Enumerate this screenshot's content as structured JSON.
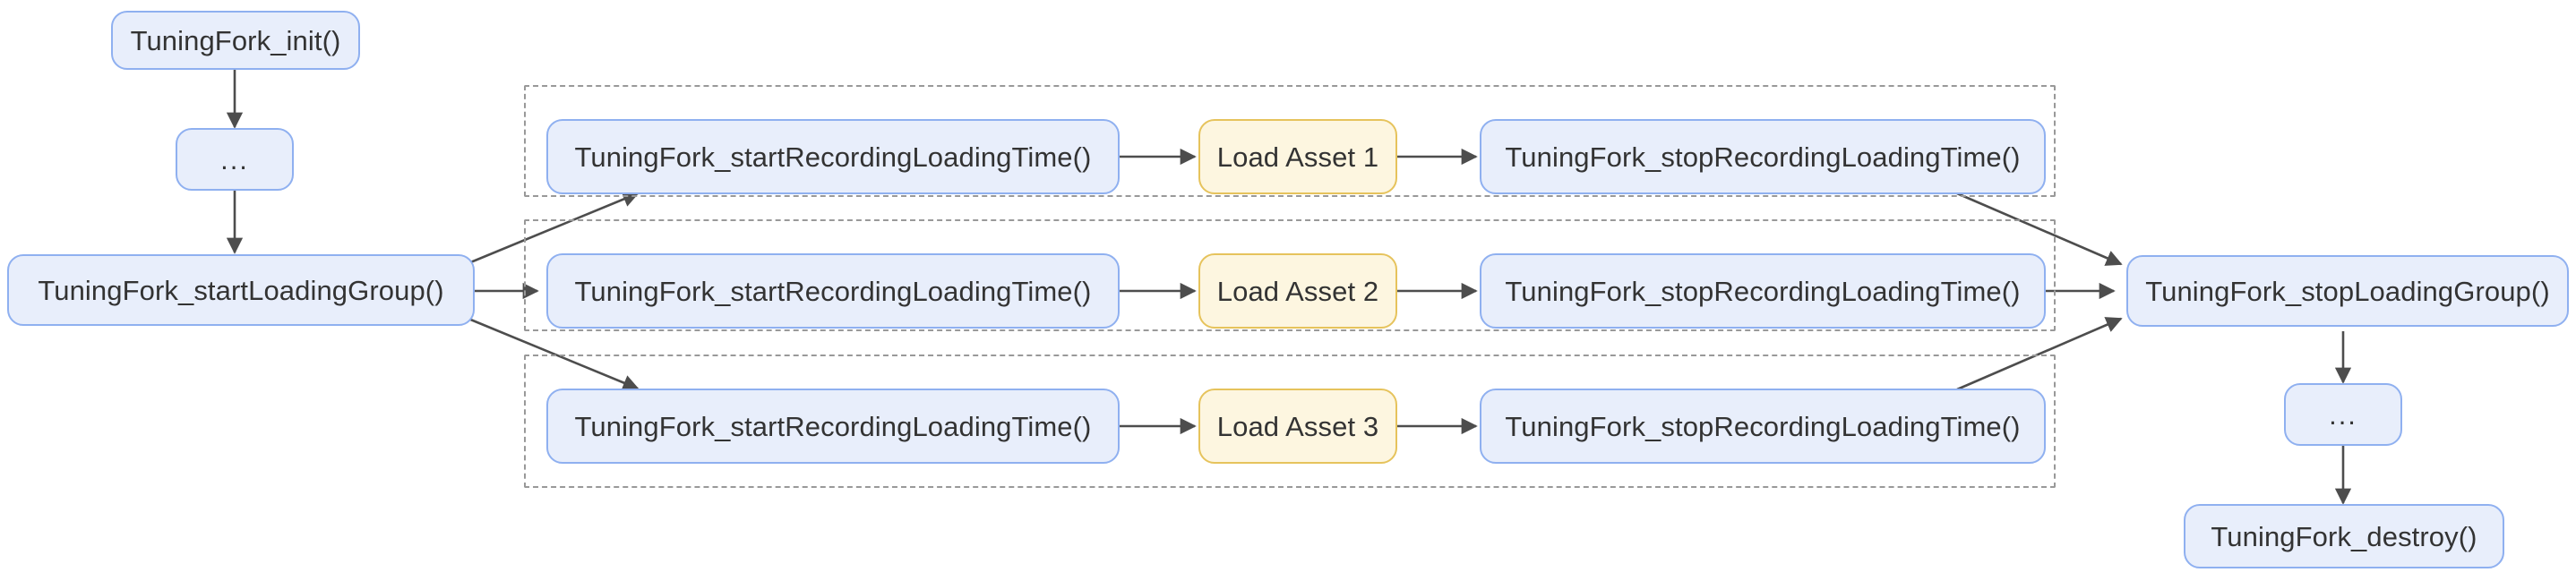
{
  "diagram": {
    "title": "TuningFork loading time instrumentation flow",
    "type": "flowchart",
    "direction": "left-to-right",
    "colors": {
      "node_blue_fill": "#e8eefb",
      "node_blue_border": "#8fb0f0",
      "node_yellow_fill": "#fdf6e0",
      "node_yellow_border": "#e6c35c",
      "edge_stroke": "#4d4d4d",
      "subgraph_border": "#999999",
      "text": "#333333",
      "background": "#ffffff"
    }
  },
  "nodes": {
    "init": {
      "label": "TuningFork_init()"
    },
    "ellipsis_top": {
      "label": "..."
    },
    "start_group": {
      "label": "TuningFork_startLoadingGroup()"
    },
    "stop_group": {
      "label": "TuningFork_stopLoadingGroup()"
    },
    "ellipsis_bottom": {
      "label": "..."
    },
    "destroy": {
      "label": "TuningFork_destroy()"
    }
  },
  "rows": [
    {
      "id": "row-1",
      "start_label": "TuningFork_startRecordingLoadingTime()",
      "asset_label": "Load Asset 1",
      "stop_label": "TuningFork_stopRecordingLoadingTime()"
    },
    {
      "id": "row-2",
      "start_label": "TuningFork_startRecordingLoadingTime()",
      "asset_label": "Load Asset 2",
      "stop_label": "TuningFork_stopRecordingLoadingTime()"
    },
    {
      "id": "row-3",
      "start_label": "TuningFork_startRecordingLoadingTime()",
      "asset_label": "Load Asset 3",
      "stop_label": "TuningFork_stopRecordingLoadingTime()"
    }
  ],
  "edges": [
    {
      "from": "init",
      "to": "ellipsis_top"
    },
    {
      "from": "ellipsis_top",
      "to": "start_group"
    },
    {
      "from": "start_group",
      "to": "row-1.start"
    },
    {
      "from": "start_group",
      "to": "row-2.start"
    },
    {
      "from": "start_group",
      "to": "row-3.start"
    },
    {
      "from": "row-1.start",
      "to": "row-1.asset"
    },
    {
      "from": "row-1.asset",
      "to": "row-1.stop"
    },
    {
      "from": "row-2.start",
      "to": "row-2.asset"
    },
    {
      "from": "row-2.asset",
      "to": "row-2.stop"
    },
    {
      "from": "row-3.start",
      "to": "row-3.asset"
    },
    {
      "from": "row-3.asset",
      "to": "row-3.stop"
    },
    {
      "from": "row-1.stop",
      "to": "stop_group"
    },
    {
      "from": "row-2.stop",
      "to": "stop_group"
    },
    {
      "from": "row-3.stop",
      "to": "stop_group"
    },
    {
      "from": "stop_group",
      "to": "ellipsis_bottom"
    },
    {
      "from": "ellipsis_bottom",
      "to": "destroy"
    }
  ]
}
